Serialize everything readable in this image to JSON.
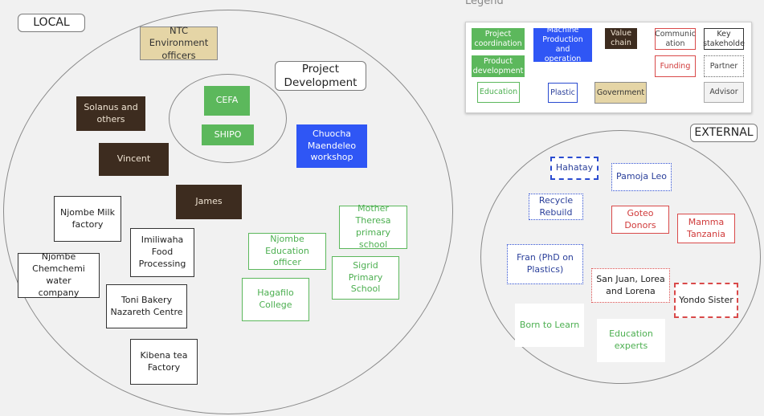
{
  "labels": {
    "local": "LOCAL",
    "external": "EXTERNAL",
    "project_development": "Project\nDevelopment",
    "legend": "Legend"
  },
  "legend": {
    "project_coordination": "Project\ncoordination",
    "machine_production": "Machine\nProduction and\noperation",
    "value_chain": "Value\nchain",
    "communication": "Communic\nation",
    "key_stakeholder": "Key\nstakeholde",
    "product_development": "Product\ndevelopment",
    "funding": "Funding",
    "partner": "Partner",
    "education": "Education",
    "plastic": "Plastic",
    "government": "Government",
    "advisor": "Advisor"
  },
  "local_nodes": {
    "ntc": "NTC Environment\nofficers",
    "cefa": "CEFA",
    "shipo": "SHIPO",
    "solanus": "Solanus and\nothers",
    "vincent": "Vincent",
    "james": "James",
    "chuocha": "Chuocha\nMaendeleo\nworkshop",
    "njombe_milk": "Njombe Milk\nfactory",
    "imiliwaha": "Imiliwaha\nFood\nProcessing",
    "njombe_chemchemi": "Njombe\nChemchemi water\ncompany",
    "toni_bakery": "Toni Bakery\nNazareth Centre",
    "kibena": "Kibena tea\nFactory",
    "njombe_edu": "Njombe\nEducation officer",
    "mother_theresa": "Mother\nTheresa\nprimary school",
    "sigrid": "Sigrid Primary\nSchool",
    "hagafilo": "Hagafilo\nCollege"
  },
  "external_nodes": {
    "hahatay": "Hahatay",
    "pamoja_leo": "Pamoja Leo",
    "recycle_rebuild": "Recycle\nRebuild",
    "goteo": "Goteo\nDonors",
    "mamma_tanzania": "Mamma\nTanzania",
    "fran": "Fran (PhD on\nPlastics)",
    "san_juan": "San Juan, Lorea\nand Lorena",
    "yondo": "Yondo Sister",
    "born_to_learn": "Born to Learn",
    "edu_experts": "Education\nexperts"
  }
}
